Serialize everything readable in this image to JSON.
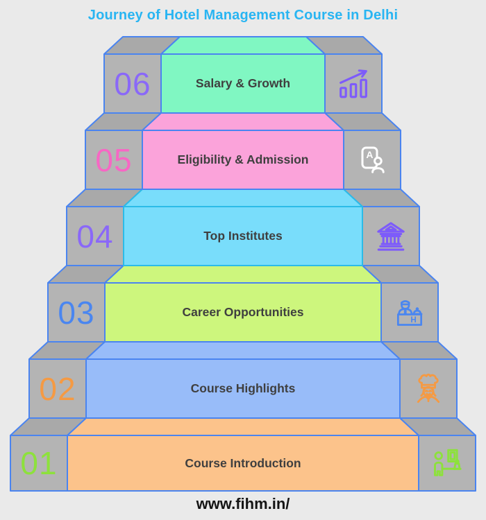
{
  "title": {
    "text": "Journey of Hotel Management Course in Delhi",
    "color": "#29b5f2"
  },
  "footer": {
    "text": "www.fihm.in/"
  },
  "palette": {
    "background": "#eaeaea",
    "border": "#4a84f0",
    "gray_top": "#a9a9a9",
    "gray_front": "#b4b4b4",
    "label_color": "#3f3f3f"
  },
  "steps": [
    {
      "number": "06",
      "label": "Salary & Growth",
      "band_color": "#80f7c2",
      "number_color": "#8a68f8",
      "icon": "growth-chart-icon",
      "icon_color": "#7d5bfa"
    },
    {
      "number": "05",
      "label": "Eligibility & Admission",
      "band_color": "#fba3da",
      "number_color": "#f767c4",
      "icon": "id-card-person-icon",
      "icon_color": "#ffffff"
    },
    {
      "number": "04",
      "label": "Top Institutes",
      "band_color": "#79ddfb",
      "number_color": "#8a68f8",
      "icon": "institution-icon",
      "icon_color": "#7d5bfa",
      "band_stroke": "#2bbbe8"
    },
    {
      "number": "03",
      "label": "Career Opportunities",
      "band_color": "#cdf67d",
      "number_color": "#4a86f0",
      "icon": "reception-desk-icon",
      "icon_color": "#4a86f0"
    },
    {
      "number": "02",
      "label": "Course Highlights",
      "band_color": "#98bcf9",
      "number_color": "#f59a43",
      "icon": "chef-icon",
      "icon_color": "#f59a43"
    },
    {
      "number": "01",
      "label": "Course Introduction",
      "band_color": "#fcc38b",
      "number_color": "#8de13c",
      "icon": "training-icon",
      "icon_color": "#8de13c"
    }
  ]
}
